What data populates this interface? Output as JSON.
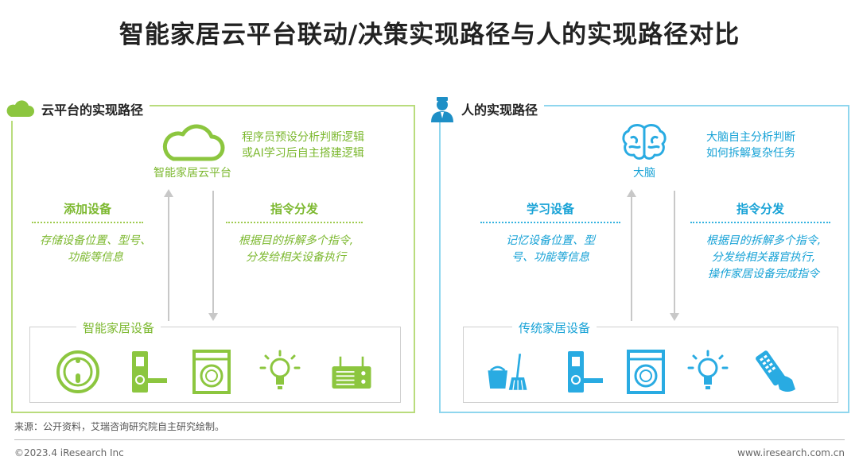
{
  "title": "智能家居云平台联动/决策实现路径与人的实现路径对比",
  "left": {
    "header": "云平台的实现路径",
    "top_label": "智能家居云平台",
    "top_note": "程序员预设分析判断逻辑\n或AI学习后自主搭建逻辑",
    "add": {
      "title": "添加设备",
      "body": "存储设备位置、型号、\n功能等信息"
    },
    "cmd": {
      "title": "指令分发",
      "body": "根据目的拆解多个指令,\n分发给相关设备执行"
    },
    "devices_label": "智能家居设备",
    "color": "#8cc63f"
  },
  "right": {
    "header": "人的实现路径",
    "top_label": "大脑",
    "top_note": "大脑自主分析判断\n如何拆解复杂任务",
    "learn": {
      "title": "学习设备",
      "body": "记忆设备位置、型\n号、功能等信息"
    },
    "cmd": {
      "title": "指令分发",
      "body": "根据目的拆解多个指令,\n分发给相关器官执行,\n操作家居设备完成指令"
    },
    "devices_label": "传统家居设备",
    "color": "#29abe2"
  },
  "footer": {
    "source": "来源：公开资料，艾瑞咨询研究院自主研究绘制。",
    "copyright": "©2023.4 iResearch Inc",
    "website": "www.iresearch.com.cn"
  }
}
